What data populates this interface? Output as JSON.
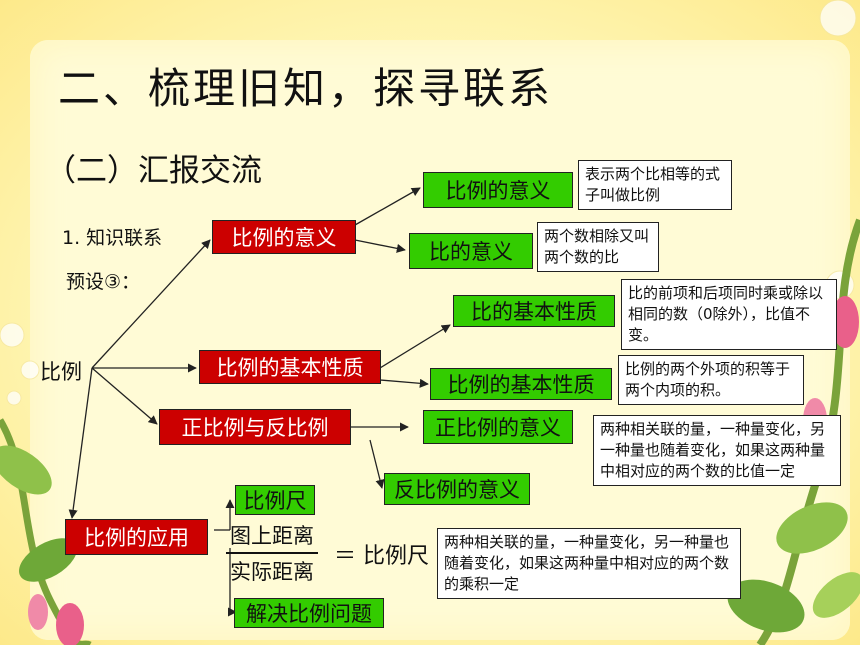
{
  "title": "二、梳理旧知，探寻联系",
  "subtitle": "（二）汇报交流",
  "section_label": "1. 知识联系",
  "preset_label": "预设③：",
  "root": "比例",
  "l1": {
    "meaning": "比例的意义",
    "property": "比例的基本性质",
    "proportion": "正比例与反比例",
    "application": "比例的应用"
  },
  "l2": {
    "ratio_meaning": "比例的意义",
    "ratio_def": "比的意义",
    "ratio_property": "比的基本性质",
    "prop_property": "比例的基本性质",
    "direct": "正比例的意义",
    "inverse": "反比例的意义",
    "scale": "比例尺",
    "solve": "解决比例问题"
  },
  "notes": {
    "n1": "表示两个比相等的式子叫做比例",
    "n2": "两个数相除又叫两个数的比",
    "n3": "比的前项和后项同时乘或除以相同的数（0除外），比值不变。",
    "n4": "比例的两个外项的积等于两个内项的积。",
    "n5": "两种相关联的量，一种量变化，另一种量也随着变化，如果这两种量中相对应的两个数的比值一定",
    "n6": "两种相关联的量，一种量变化，另一种量也随着变化，如果这两种量中相对应的两个数的乘积一定"
  },
  "formula": {
    "numerator": "图上距离",
    "denominator": "实际距离",
    "equals": "＝",
    "result": "比例尺"
  },
  "colors": {
    "red_box": "#cc0000",
    "green_box": "#33cc00",
    "background": "#fff7b8"
  }
}
